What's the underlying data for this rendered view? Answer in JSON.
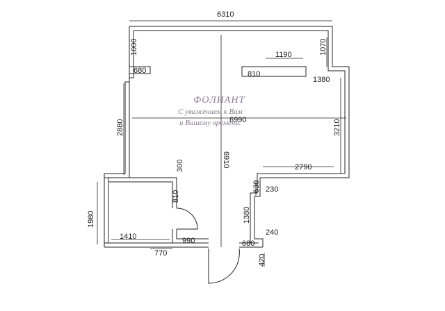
{
  "dimensions": {
    "top_width": "6310",
    "left_top_height": "1000",
    "left_top_step": "680",
    "right_top_height": "1070",
    "right_niche_width": "1190",
    "right_niche_left": "810",
    "right_niche_right": "1380",
    "total_width": "6990",
    "center_height": "6910",
    "left_height": "2880",
    "right_height": "3210",
    "right_lower_width": "2790",
    "partition_300": "300",
    "door_810": "810",
    "bath_height": "1980",
    "bath_width": "1410",
    "bath_door_770": "770",
    "entry_990": "990",
    "entry_680": "680",
    "right_630": "630",
    "right_230": "230",
    "right_1380": "1380",
    "right_240": "240",
    "bottom_420": "420"
  },
  "watermark": {
    "title": "ФОЛИАНТ",
    "line1": "С уважением к Вам",
    "line2": "и Вашему времени."
  }
}
